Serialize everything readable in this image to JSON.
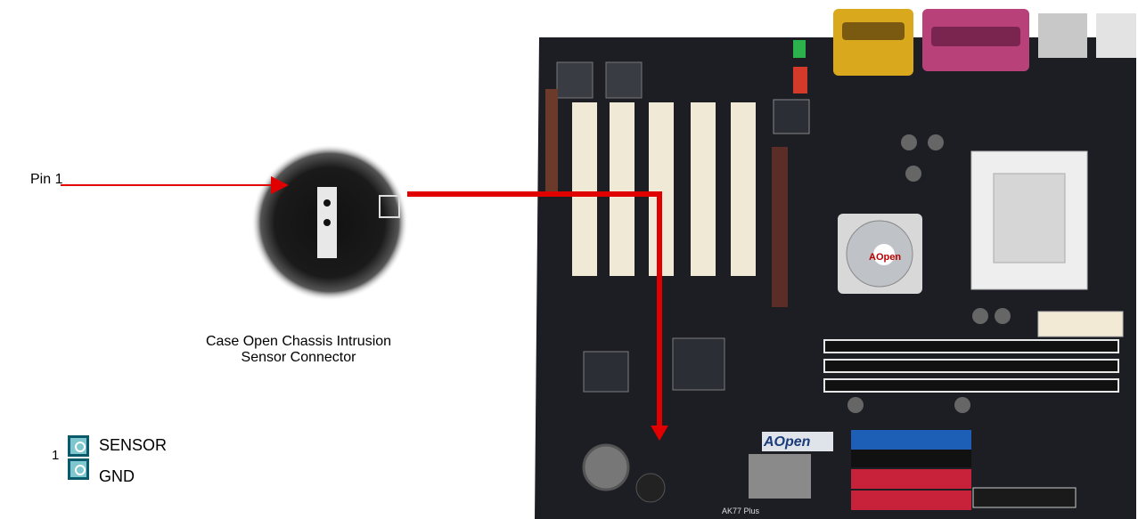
{
  "labels": {
    "pin1": "Pin 1",
    "caption_line1": "Case Open Chassis Intrusion",
    "caption_line2": "Sensor Connector"
  },
  "legend": {
    "pin_number": "1",
    "pins": [
      "SENSOR",
      "GND"
    ]
  },
  "board": {
    "brand": "AOpen",
    "model": "AK77 Plus",
    "fan_brand": "AOpen"
  },
  "colors": {
    "arrow": "#e00000",
    "board": "#1c1e24",
    "pci_slot": "#efe9d6",
    "ide_blue": "#1d5fb6",
    "ide_red": "#c8223a",
    "serial_port": "#d9a81c",
    "parallel_port": "#b8417a",
    "connector_box": "#7fc7ce"
  }
}
